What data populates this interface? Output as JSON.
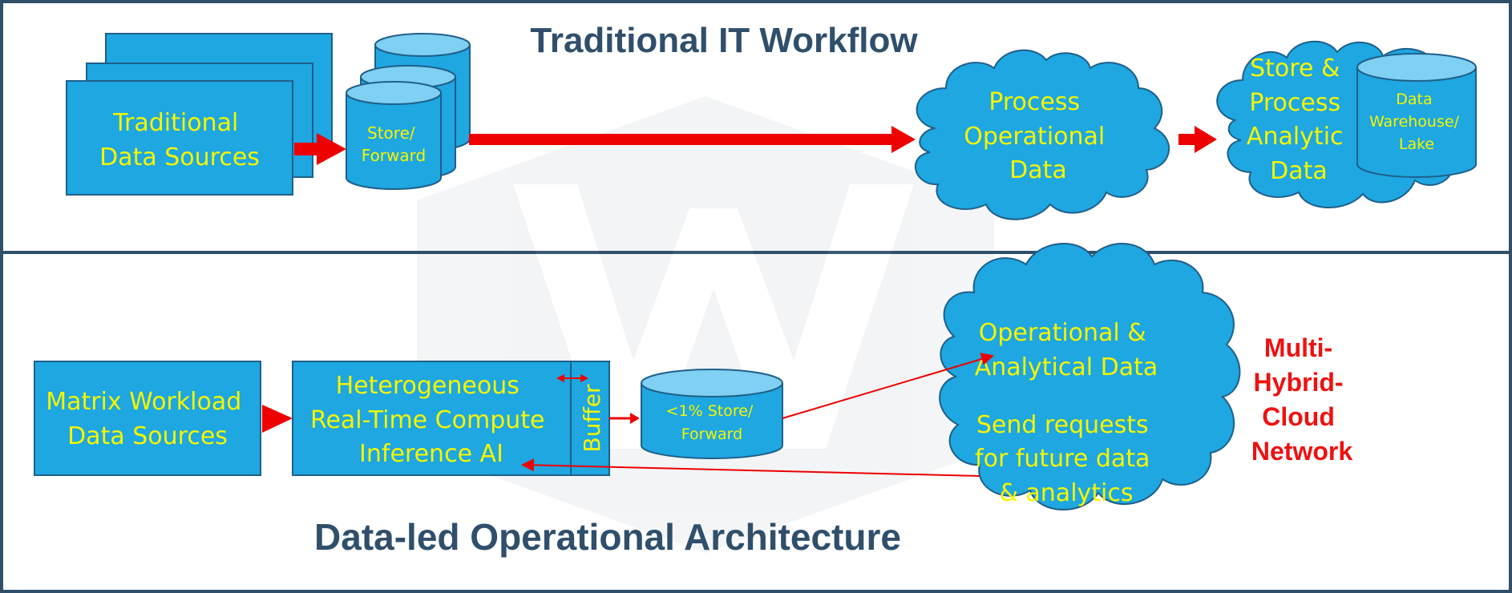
{
  "top": {
    "title": "Traditional IT Workflow",
    "sources_label": [
      "Traditional",
      "Data Sources"
    ],
    "store_label": [
      "Store/",
      "Forward"
    ],
    "process_label": [
      "Process",
      "Operational",
      "Data"
    ],
    "store_process_label": [
      "Store &",
      "Process",
      "Analytic",
      "Data"
    ],
    "warehouse_label": [
      "Data",
      "Warehouse/",
      "Lake"
    ]
  },
  "bottom": {
    "title": "Data-led Operational Architecture",
    "sources_label": [
      "Matrix Workload",
      "Data Sources"
    ],
    "compute_label": [
      "Heterogeneous",
      "Real-Time Compute",
      "Inference AI"
    ],
    "buffer_label": "Buffer",
    "store_label": [
      "<1% Store/",
      "Forward"
    ],
    "cloud_label_a": [
      "Operational &",
      "Analytical Data"
    ],
    "cloud_label_b": [
      "Send requests",
      "for future data",
      "& analytics"
    ],
    "network_label": [
      "Multi-",
      "Hybrid-",
      "Cloud",
      "Network"
    ]
  },
  "colors": {
    "shape_fill": "#1ea7e0",
    "label_text": "#f5f500",
    "arrow": "#ee0000",
    "title": "#2f4f6b",
    "frame": "#2f4f6b"
  }
}
